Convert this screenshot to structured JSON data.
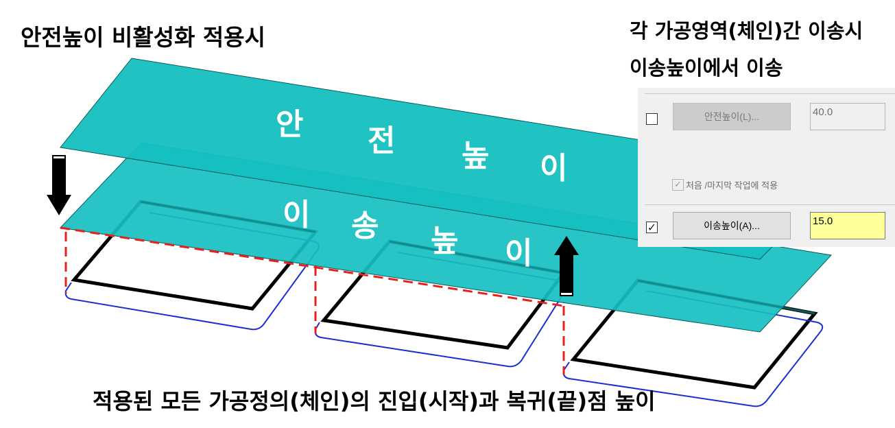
{
  "title_left": "안전높이 비활성화 적용시",
  "note_line1": "각 가공영역(체인)간 이송시",
  "note_line2": "이송높이에서 이송",
  "bottom_caption": "적용된 모든 가공정의(체인)의 진입(시작)과 복귀(끝)점 높이",
  "planes": {
    "safety_chars": [
      "안",
      "전",
      "높",
      "이"
    ],
    "transfer_chars": [
      "이",
      "송",
      "높",
      "이"
    ]
  },
  "panel": {
    "safety_button": "안전높이(L)...",
    "safety_value": "40.0",
    "safety_checked": false,
    "first_last_label": "처음 /마지막 작업에 적용",
    "transfer_button": "이송높이(A)...",
    "transfer_value": "15.0",
    "transfer_checked": true
  },
  "colors": {
    "plane_fill": "#17bfc0",
    "plane_edge": "#0b5a5a",
    "dashed_red": "#e8201c",
    "chain_black": "#000000",
    "chain_blue": "#1a2fd0",
    "highlight_field": "#ffff99"
  }
}
